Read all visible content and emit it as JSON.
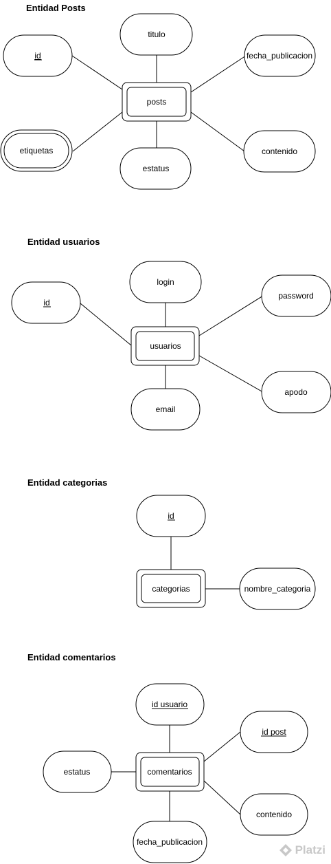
{
  "diagrams": [
    {
      "title": "Entidad Posts",
      "entity": "posts",
      "attributes": [
        "id",
        "titulo",
        "fecha_publicacion",
        "etiquetas",
        "estatus",
        "contenido"
      ],
      "key_attributes": [
        "id"
      ],
      "multivalued_attributes": [
        "etiquetas"
      ]
    },
    {
      "title": "Entidad usuarios",
      "entity": "usuarios",
      "attributes": [
        "id",
        "login",
        "password",
        "email",
        "apodo"
      ],
      "key_attributes": [
        "id"
      ]
    },
    {
      "title": "Entidad categorias",
      "entity": "categorias",
      "attributes": [
        "id",
        "nombre_categoria"
      ],
      "key_attributes": [
        "id"
      ]
    },
    {
      "title": "Entidad comentarios",
      "entity": "comentarios",
      "attributes": [
        "id usuario",
        "id post",
        "estatus",
        "contenido",
        "fecha_publicacion"
      ],
      "key_attributes": [
        "id usuario",
        "id post"
      ]
    }
  ],
  "watermark": "Platzi",
  "colors": {
    "stroke": "#000000",
    "fill": "#ffffff",
    "watermark": "#c8c8c8"
  }
}
